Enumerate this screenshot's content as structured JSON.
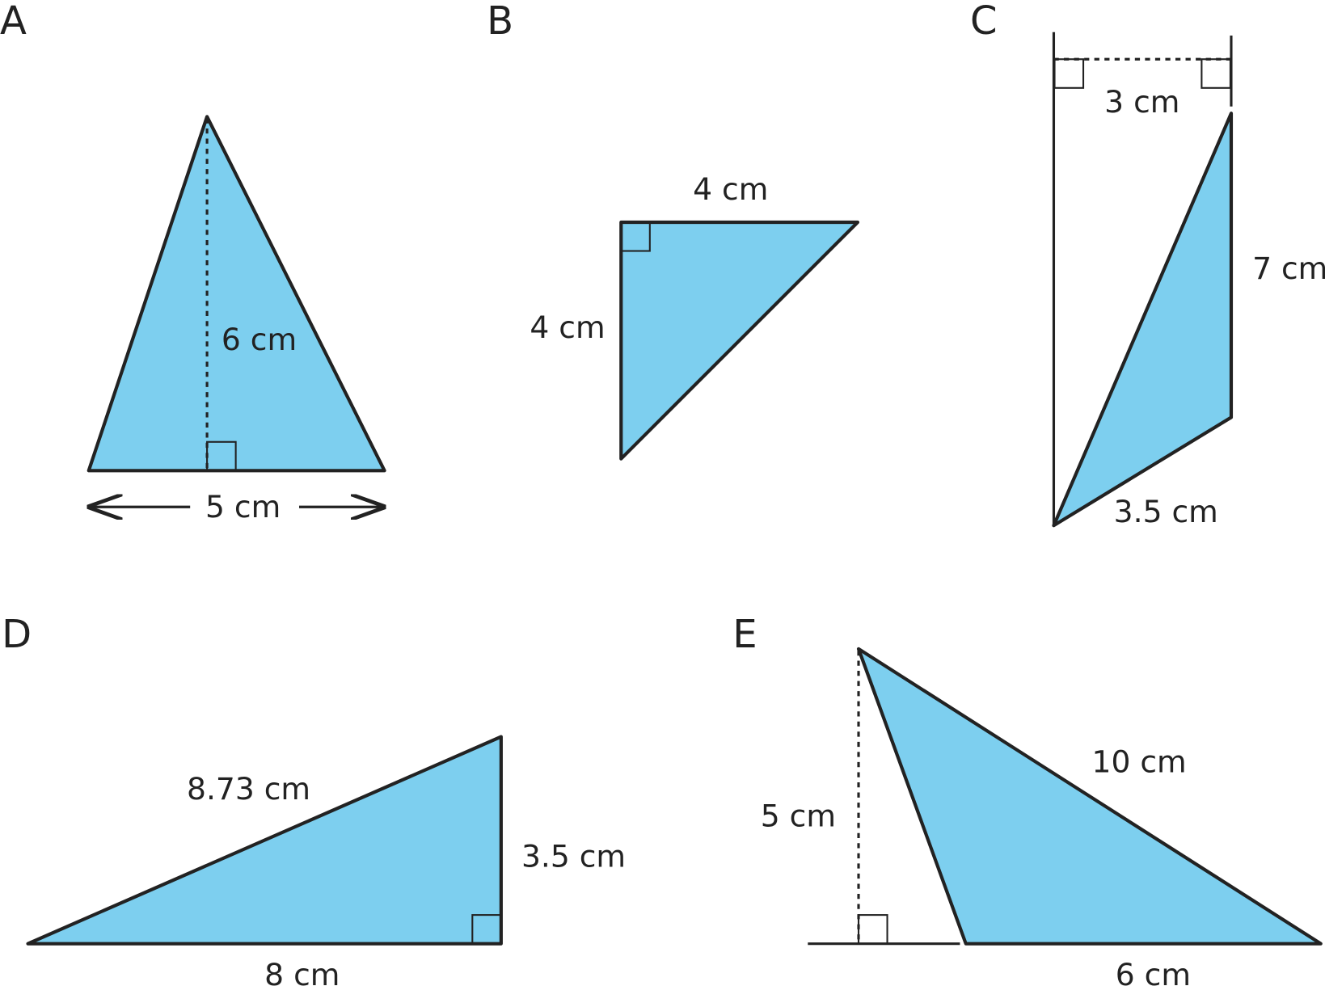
{
  "colors": {
    "fill": "#7dcfef",
    "stroke": "#222222"
  },
  "figures": {
    "A": {
      "letter": "A",
      "height": "6 cm",
      "base": "5 cm"
    },
    "B": {
      "letter": "B",
      "top": "4 cm",
      "left": "4 cm"
    },
    "C": {
      "letter": "C",
      "width": "3 cm",
      "side": "7 cm",
      "bottom": "3.5 cm"
    },
    "D": {
      "letter": "D",
      "hyp": "8.73 cm",
      "height": "3.5 cm",
      "base": "8 cm"
    },
    "E": {
      "letter": "E",
      "height": "5 cm",
      "side": "10 cm",
      "base": "6 cm"
    }
  }
}
